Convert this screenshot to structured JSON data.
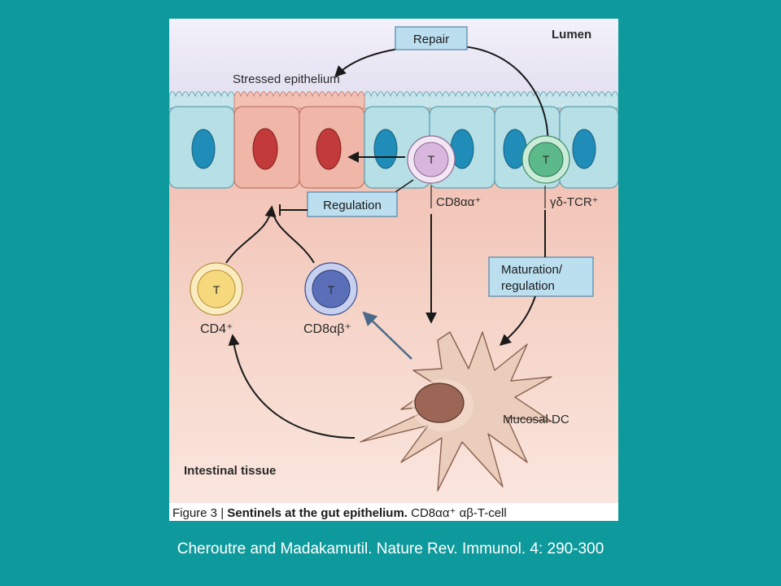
{
  "figure": {
    "labels": {
      "lumen": "Lumen",
      "stressed_epithelium": "Stressed epithelium",
      "repair": "Repair",
      "regulation": "Regulation",
      "maturation_line1": "Maturation/",
      "maturation_line2": "regulation",
      "cd8aa": "CD8αα⁺",
      "gd_tcr": "γδ-TCR⁺",
      "cd4": "CD4⁺",
      "cd8ab": "CD8αβ⁺",
      "mucosal_dc": "Mucosal DC",
      "intestinal_tissue": "Intestinal tissue",
      "t_cell_letter": "T"
    },
    "caption_bar": {
      "prefix": "Figure 3 | ",
      "title": "Sentinels at the gut epithelium.",
      "suffix": " CD8αα⁺ αβ-T-cell"
    }
  },
  "footer": {
    "citation": "Cheroutre and Madakamutil.  Nature Rev. Immunol. 4: 290-300"
  },
  "colors": {
    "background": "#0e9a9c",
    "lumen": "#ebe8f6",
    "tissue": "#f2c9bd",
    "epithelium_cell": "#b6dfe6",
    "stressed_cell": "#f0b6a8",
    "nucleus_blue": "#1f8db8",
    "nucleus_red": "#c23a3a",
    "cd8aa_cell": "#d8b6dd",
    "gd_cell": "#5cba8a",
    "cd4_cell": "#f6d97c",
    "cd8ab_cell": "#5a6fb8",
    "dc": "#e7c9b8",
    "dc_nucleus": "#9b6656",
    "label_box": "#bcdff0"
  }
}
